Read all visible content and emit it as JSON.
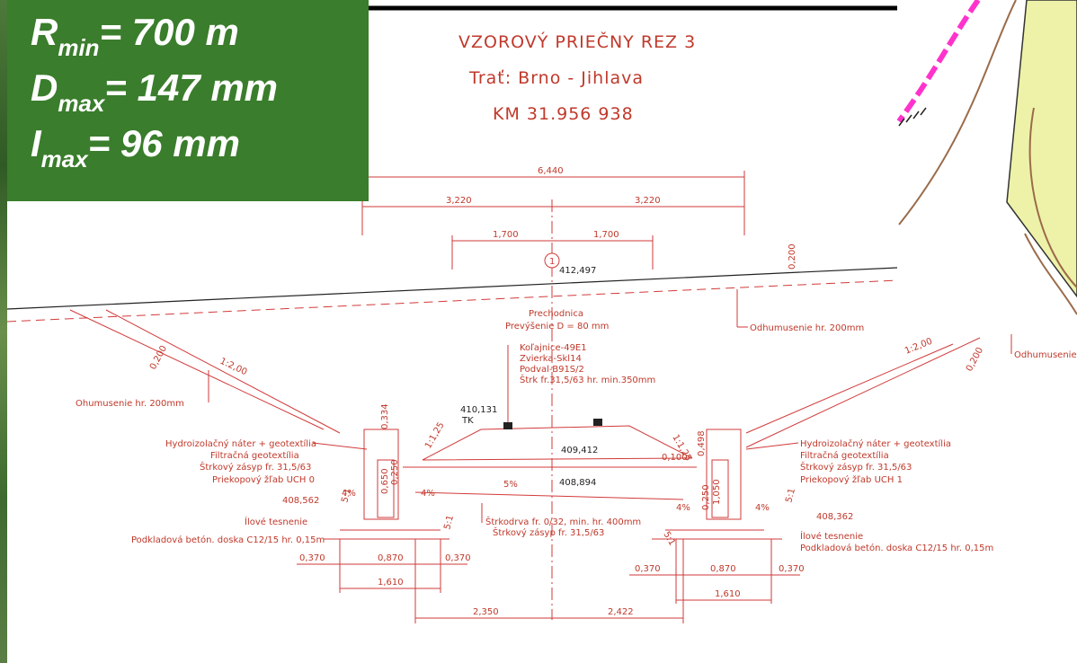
{
  "overlay": {
    "r_min": {
      "sym": "R",
      "sub": "min",
      "value": "= 700 m"
    },
    "d_max": {
      "sym": "D",
      "sub": "max",
      "value": "= 147 mm"
    },
    "i_max": {
      "sym": "I",
      "sub": "max",
      "value": "= 96 mm"
    }
  },
  "drawing": {
    "title": "VZOROVÝ PRIEČNY REZ 3",
    "route": "Trať: Brno - Jihlava",
    "km": "KM 31.956 938",
    "dims": {
      "total": "6,440",
      "half_left": "3,220",
      "half_right": "3,220",
      "q_left": "1,700",
      "q_right": "1,700",
      "b1": "0,370",
      "b2": "0,870",
      "b3": "0,370",
      "b4": "1,610",
      "c1": "0,370",
      "c2": "0,870",
      "c3": "0,370",
      "c4": "1,610",
      "bottom_left": "2,350",
      "bottom_right": "2,422",
      "h_right_top": "0,200",
      "h_left": "0,334",
      "h_left2": "0,650",
      "h_left3": "0,250",
      "h_right1": "0,498",
      "h_right2": "0,100",
      "h_right3": "1,050",
      "h_right4": "0,250",
      "slope_left_dim": "0,200",
      "slope_right_dim": "0,200"
    },
    "levels": {
      "top": "412,497",
      "tk": "410,131",
      "tk_label": "TK",
      "mid": "409,412",
      "base": "408,894",
      "left": "408,562",
      "right": "408,362"
    },
    "axis_marker": "1",
    "slopes": {
      "left": "1:2,00",
      "right": "1:2,00",
      "inner_left": "1:1,25",
      "inner_right": "1:1,25",
      "drain_left": "5:1",
      "drain_right": "5:1",
      "foot_left": "5:1",
      "foot_right": "5:1",
      "pct_left": "4%",
      "pct_left2": "4%",
      "pct_center": "5%",
      "pct_right": "4%",
      "pct_right2": "4%"
    },
    "notes": {
      "prechodnica": "Prechodnica",
      "prevysenie": "Prevýšenie D = 80 mm",
      "kolajnice": "Koľajnice-49E1",
      "zvierka": "Zvierka-Skl14",
      "podval": "Podval-B91S/2",
      "strk": "Štrk fr.31,5/63 hr. min.350mm",
      "odhumusenie_right": "Odhumusenie hr. 200mm",
      "ohumusenie_left": "Ohumusenie hr. 200mm",
      "odhumusenie_far": "Odhumusenie hr.",
      "hydro_left": "Hydroizolačný náter + geotextília",
      "filtr_left": "Filtračná geotextília",
      "strkovy_left": "Štrkový zásyp fr. 31,5/63",
      "priekop_left": "Priekopový žľab UCH 0",
      "ilove_left": "Ílové tesnenie",
      "podklad_left": "Podkladová betón. doska C12/15 hr. 0,15m",
      "strkodrva": "Štrkodrva fr. 0/32, min. hr. 400mm",
      "strkovy_center": "Štrkový zásyp fr. 31,5/63",
      "hydro_right": "Hydroizolačný náter + geotextília",
      "filtr_right": "Filtračná geotextília",
      "strkovy_right": "Štrkový zásyp fr. 31,5/63",
      "priekop_right": "Priekopový žľab UCH 1",
      "ilove_right": "Ílové tesnenie",
      "podklad_right": "Podkladová betón. doska C12/15 hr. 0,15m"
    },
    "colors": {
      "overlay_bg": "#3a7d2c",
      "title_red": "#c0392b",
      "line_red": "#d23a3a",
      "map_pink": "#ff33cc",
      "map_brown": "#9a6b4a",
      "map_hatch": "#eef2a8"
    }
  }
}
